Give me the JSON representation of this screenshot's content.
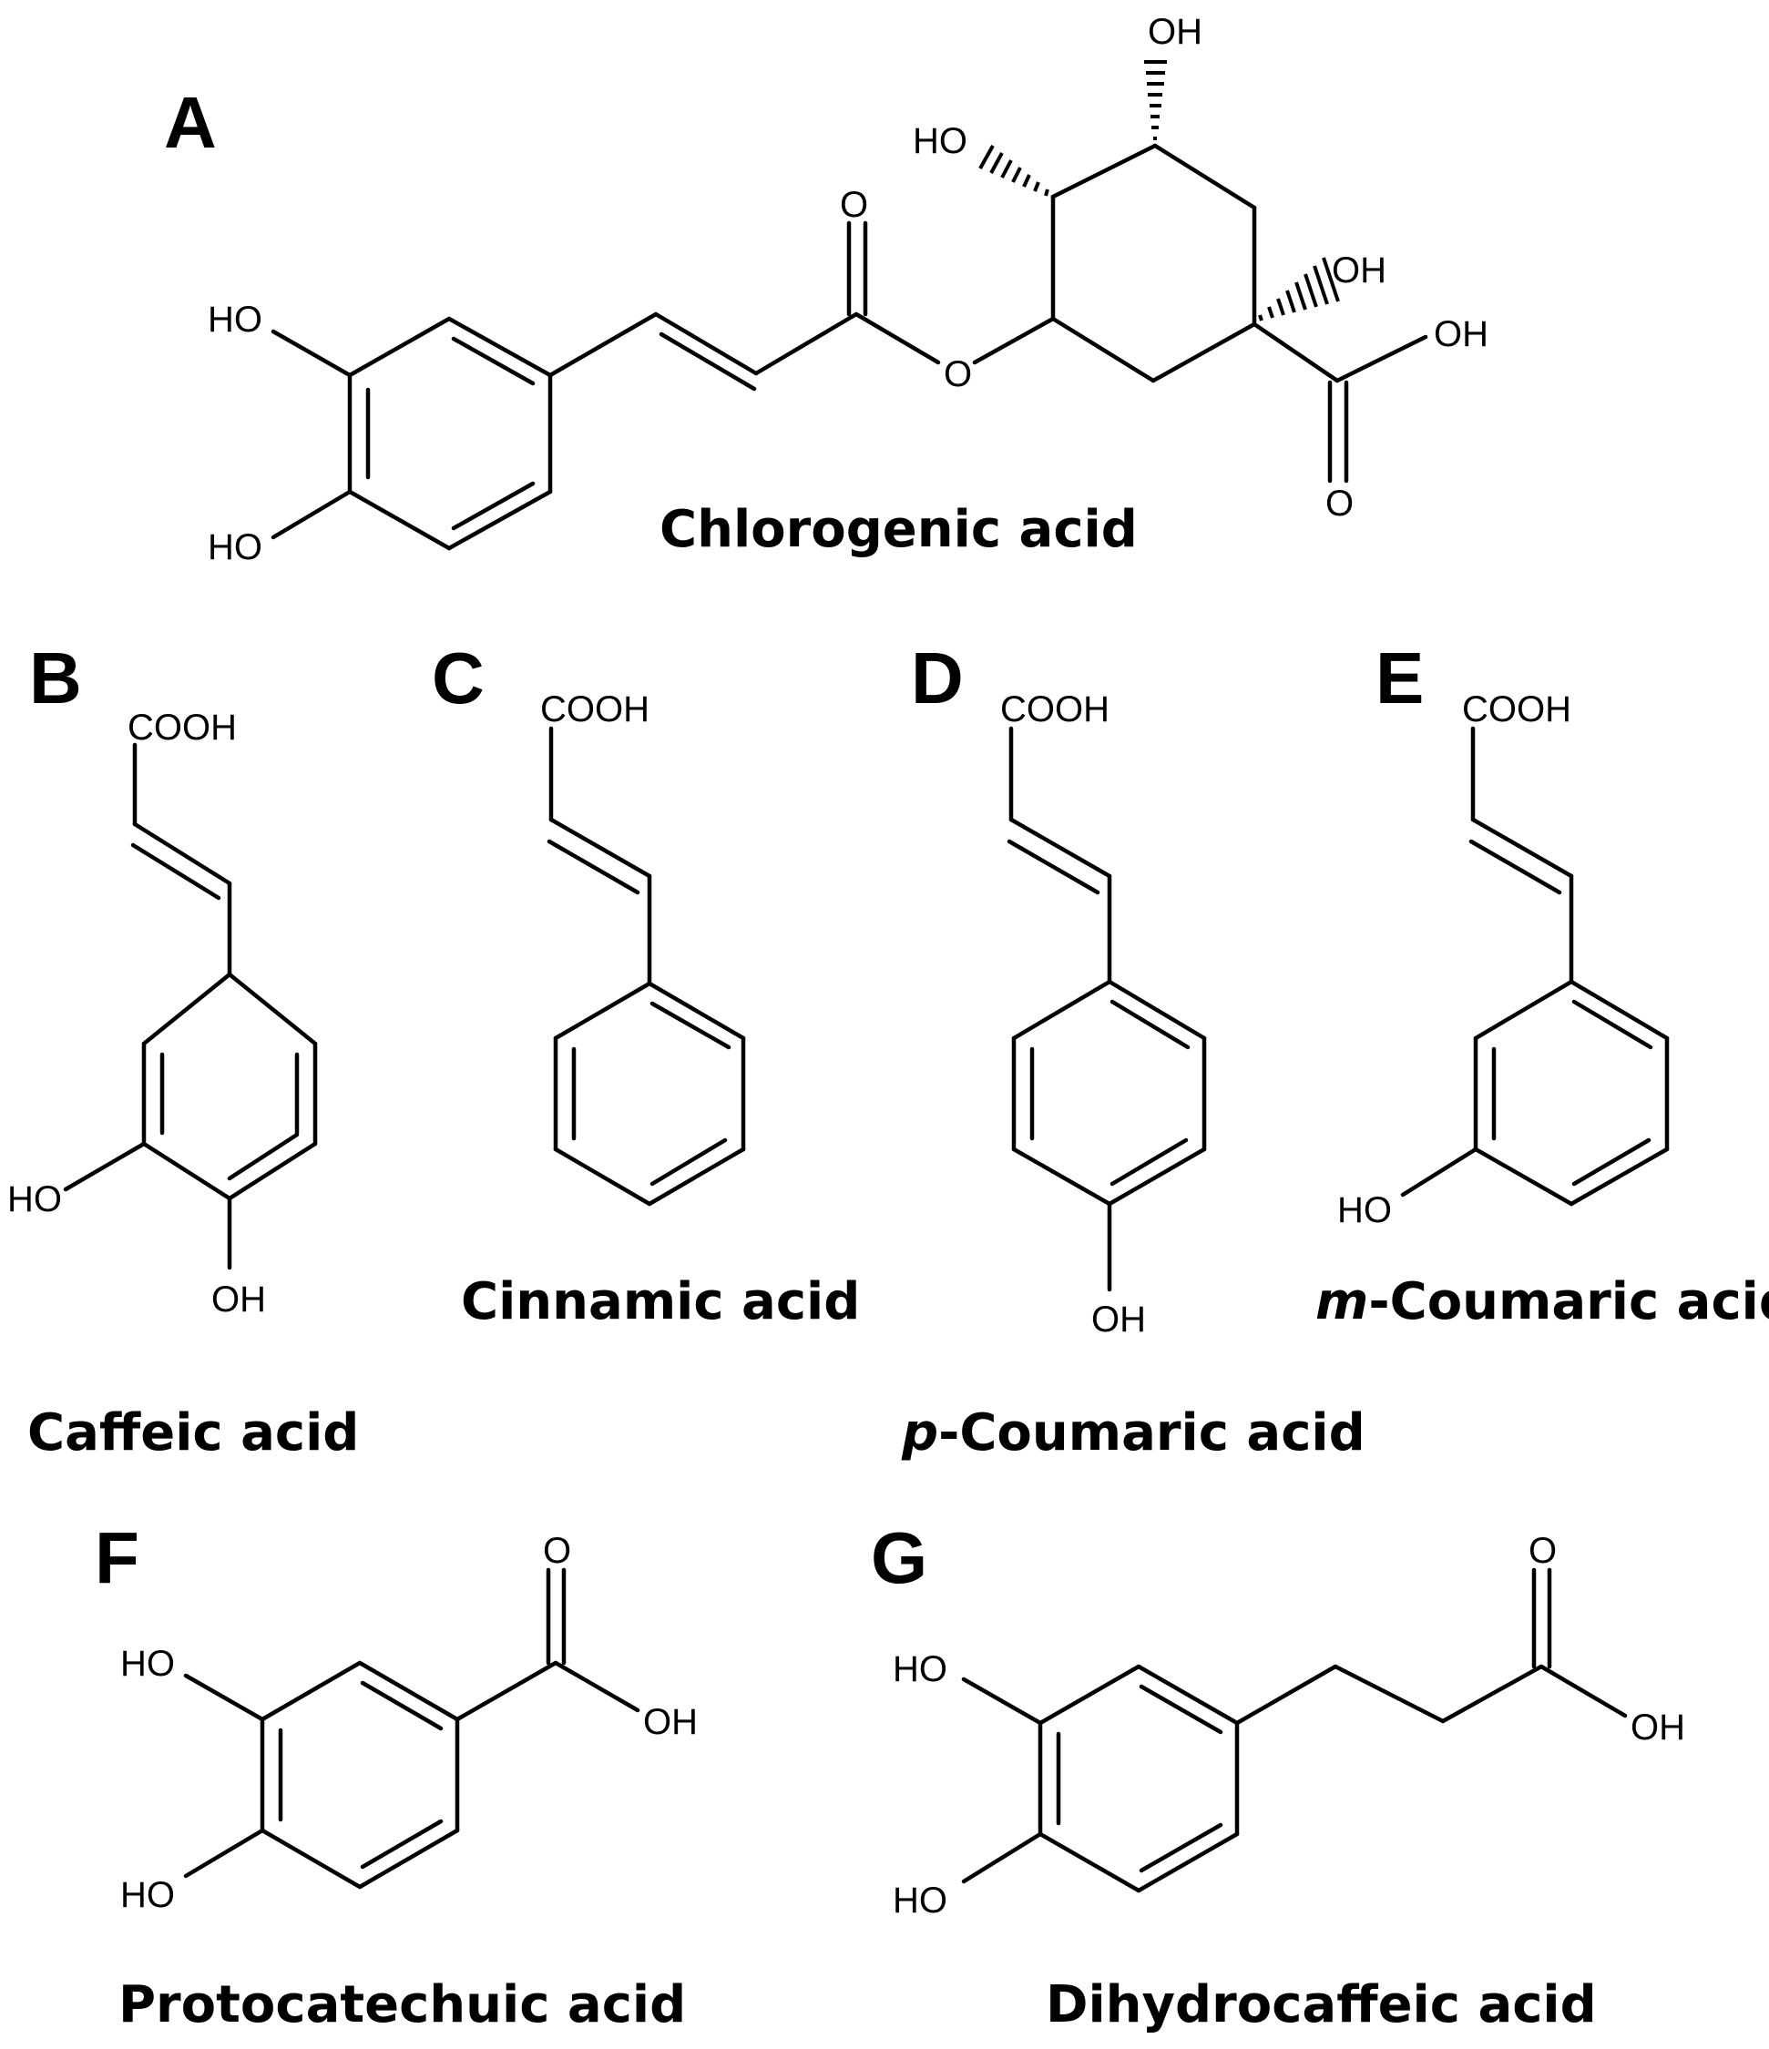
{
  "figure": {
    "panels": [
      {
        "letter": "A",
        "compound": "Chlorogenic acid",
        "atoms": [
          "OH",
          "HO",
          "O",
          "OH",
          "OH",
          "HO",
          "O",
          "HO",
          "O"
        ]
      },
      {
        "letter": "B",
        "compound": "Caffeic acid",
        "atoms": [
          "COOH",
          "HO",
          "OH"
        ]
      },
      {
        "letter": "C",
        "compound": "Cinnamic acid",
        "atoms": [
          "COOH"
        ]
      },
      {
        "letter": "D",
        "compound_prefix": "p",
        "compound_rest": "-Coumaric acid",
        "atoms": [
          "COOH",
          "OH"
        ]
      },
      {
        "letter": "E",
        "compound_prefix": "m",
        "compound_rest": "-Coumaric acid",
        "atoms": [
          "COOH",
          "HO"
        ]
      },
      {
        "letter": "F",
        "compound": "Protocatechuic acid",
        "atoms": [
          "O",
          "HO",
          "OH",
          "HO"
        ]
      },
      {
        "letter": "G",
        "compound": "Dihydrocaffeic acid",
        "atoms": [
          "O",
          "HO",
          "OH",
          "HO"
        ]
      }
    ]
  }
}
